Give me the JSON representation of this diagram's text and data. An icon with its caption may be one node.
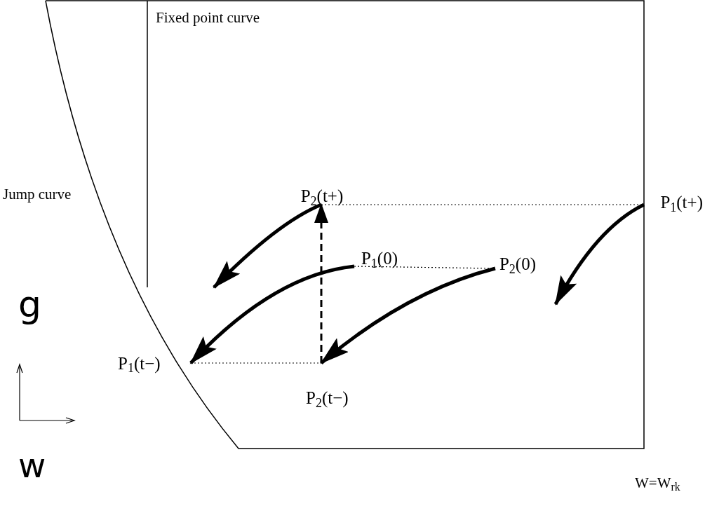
{
  "diagram": {
    "nodes": [
      {
        "text": [
          "P$_{2}$(t+)"
        ]
      },
      {
        "text": [
          "P$_{1}$(0)"
        ]
      },
      {
        "text": [
          "P$_{2}$(0)"
        ]
      },
      {
        "text": [
          "P$_{1}$(t+)"
        ]
      },
      {
        "text": [
          "P$_{1}$(t−)"
        ]
      },
      {
        "text": [
          "P$_{2}$(t−)"
        ]
      }
    ],
    "edges": [
      {
        "from": 0,
        "to": null,
        "arrow": "to"
      },
      {
        "from": 1,
        "to": 4,
        "arrow": "to"
      },
      {
        "from": 2,
        "to": 5,
        "arrow": "to"
      },
      {
        "from": 3,
        "to": null,
        "arrow": "to"
      },
      {
        "from": 5,
        "to": 0,
        "arrow": "to",
        "style": "dashed"
      },
      {
        "from": 0,
        "to": 3,
        "arrow": "none",
        "style": "dashed"
      },
      {
        "from": 1,
        "to": 2,
        "arrow": "none",
        "style": "dashed"
      },
      {
        "from": 4,
        "to": 5,
        "arrow": "none",
        "style": "dashed"
      }
    ],
    "labels": [
      "Fixed point curve",
      "Jump curve",
      "g",
      "w",
      "W=W$_{rk}$"
    ]
  }
}
